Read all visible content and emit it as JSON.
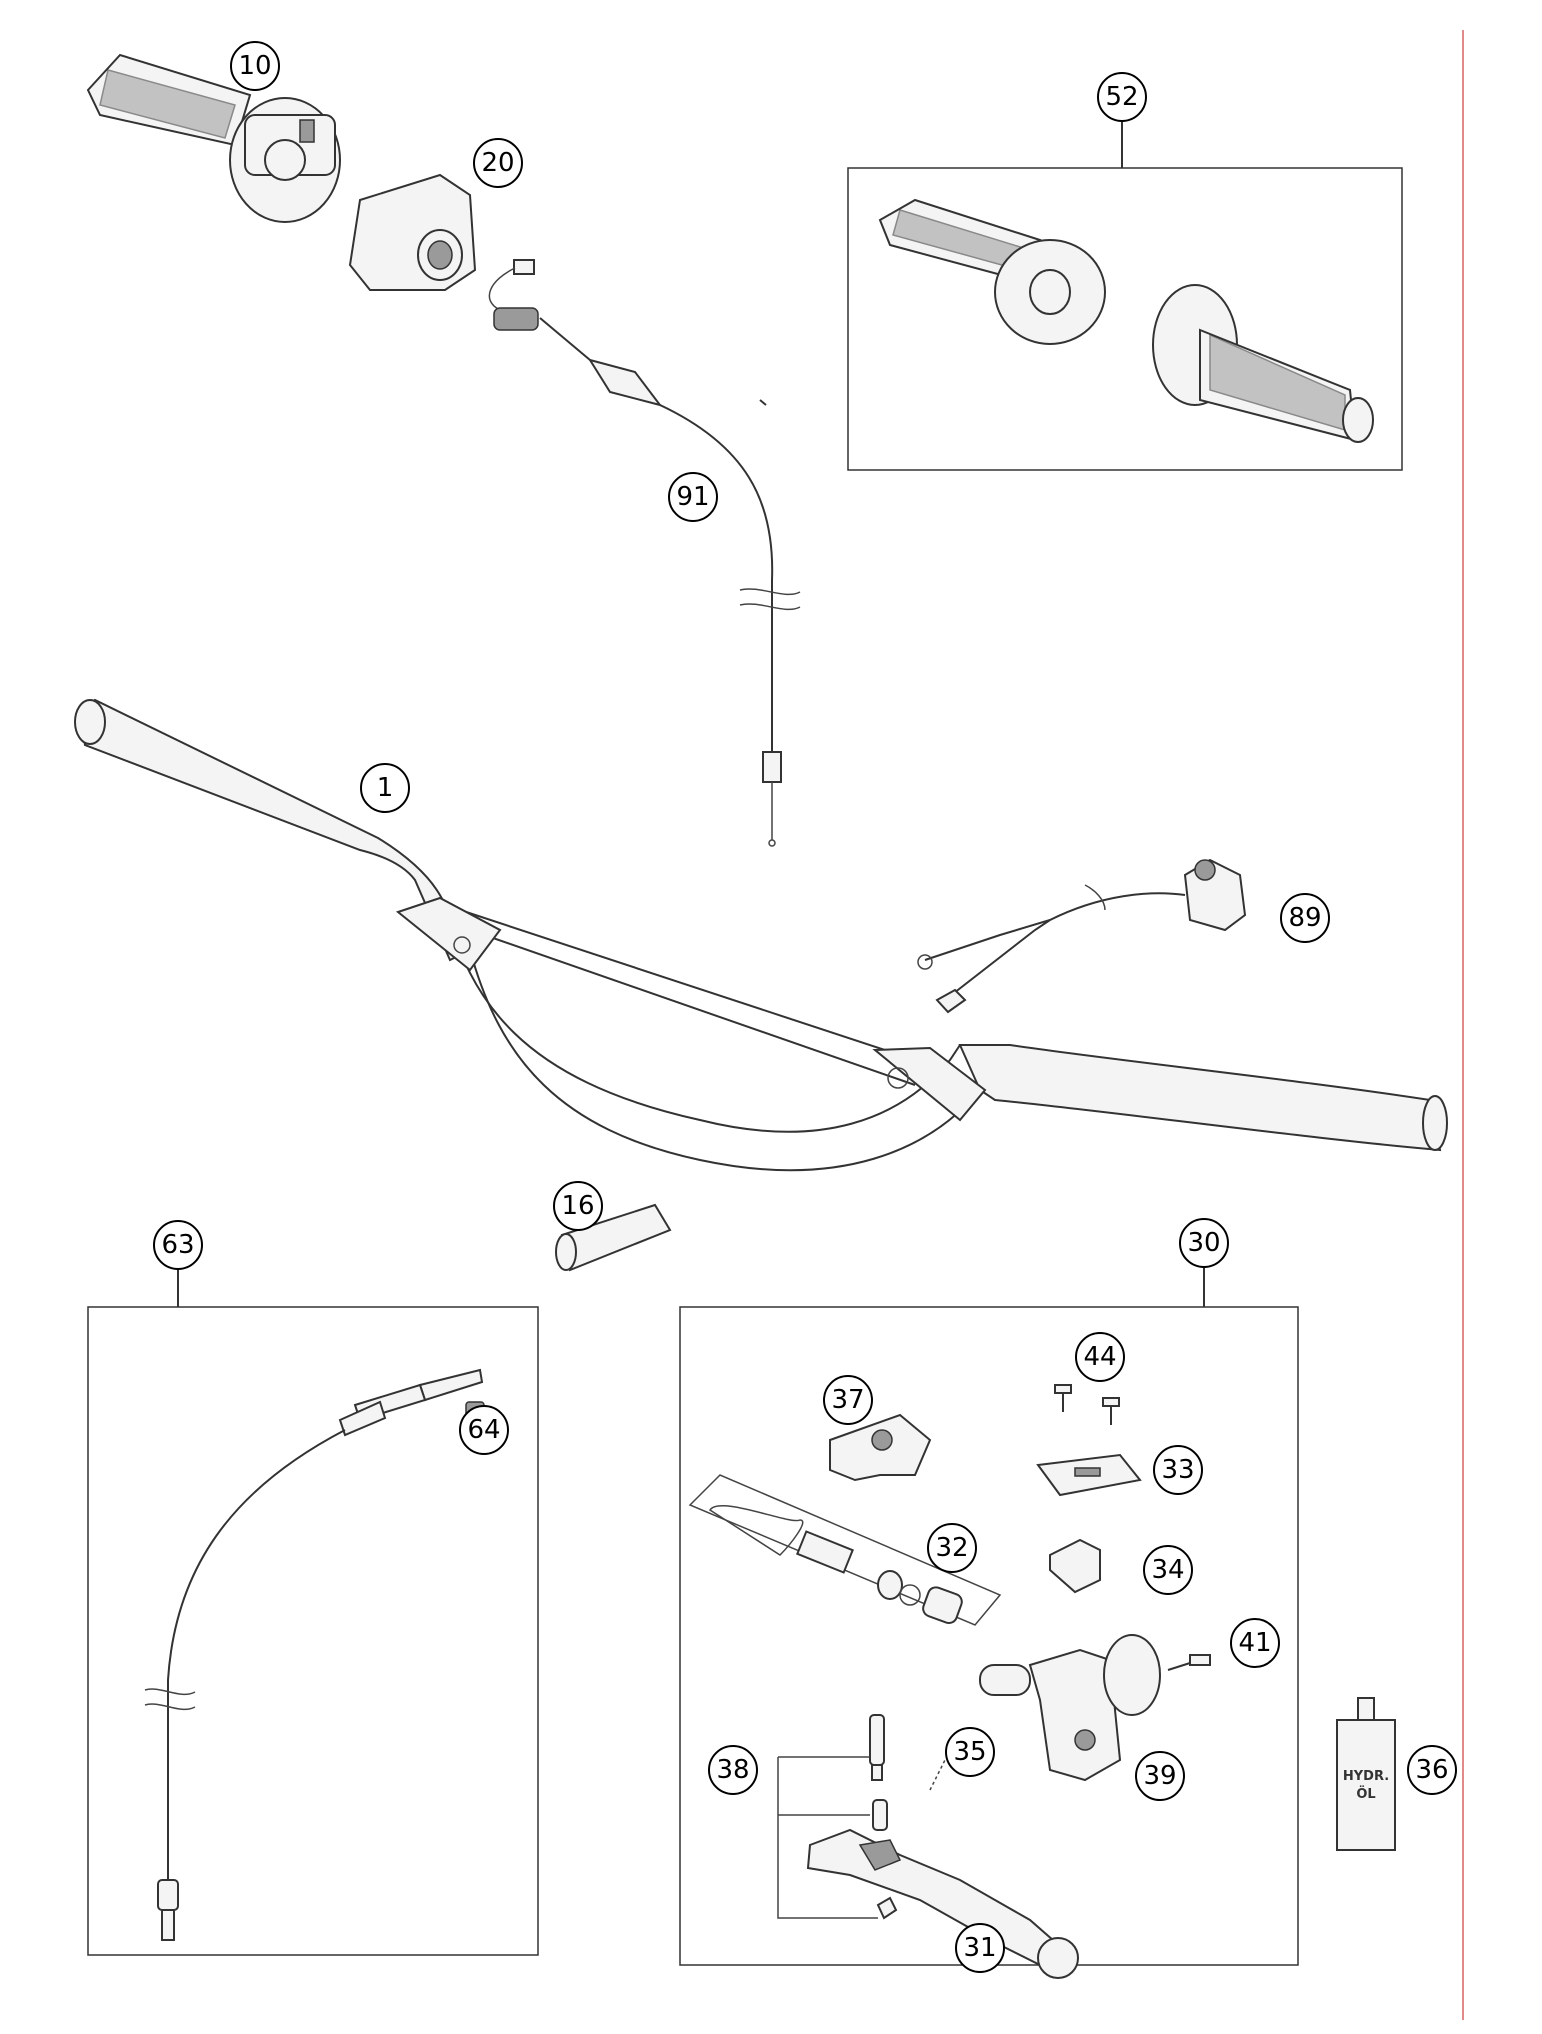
{
  "callouts": [
    {
      "id": "c10",
      "label": "10"
    },
    {
      "id": "c20",
      "label": "20"
    },
    {
      "id": "c52",
      "label": "52"
    },
    {
      "id": "c91",
      "label": "91"
    },
    {
      "id": "c1",
      "label": "1"
    },
    {
      "id": "c89",
      "label": "89"
    },
    {
      "id": "c16",
      "label": "16"
    },
    {
      "id": "c63",
      "label": "63"
    },
    {
      "id": "c30",
      "label": "30"
    },
    {
      "id": "c64",
      "label": "64"
    },
    {
      "id": "c44",
      "label": "44"
    },
    {
      "id": "c37",
      "label": "37"
    },
    {
      "id": "c33",
      "label": "33"
    },
    {
      "id": "c32",
      "label": "32"
    },
    {
      "id": "c34",
      "label": "34"
    },
    {
      "id": "c41",
      "label": "41"
    },
    {
      "id": "c38",
      "label": "38"
    },
    {
      "id": "c35",
      "label": "35"
    },
    {
      "id": "c39",
      "label": "39"
    },
    {
      "id": "c36",
      "label": "36"
    },
    {
      "id": "c31",
      "label": "31"
    }
  ],
  "bottle_label": {
    "line1": "HYDR.",
    "line2": "ÖL"
  }
}
